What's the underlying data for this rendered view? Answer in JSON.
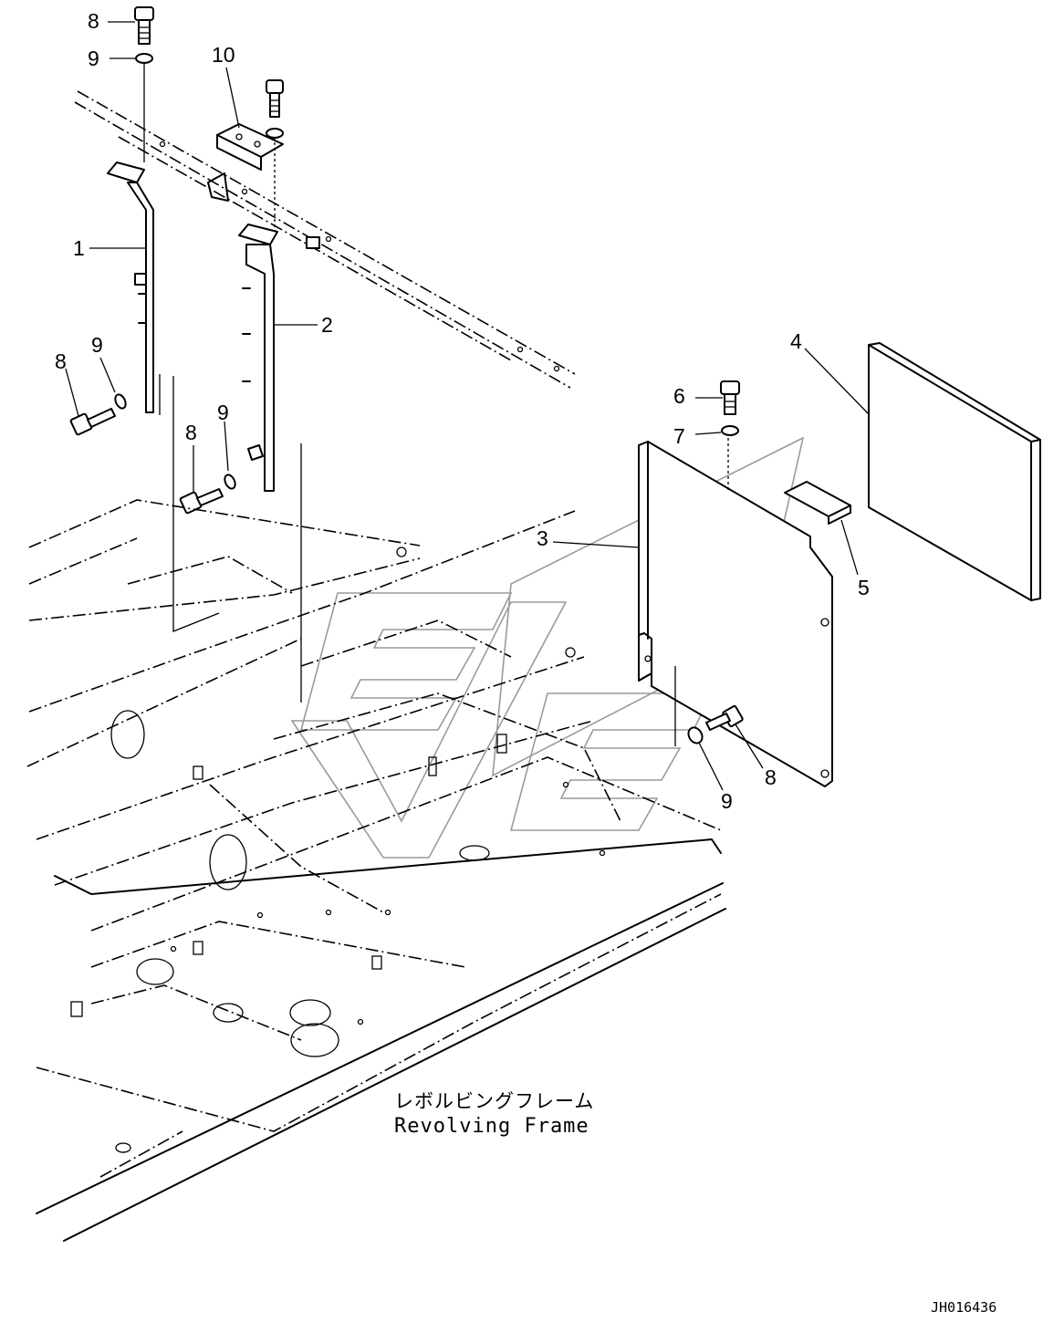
{
  "drawing": {
    "callouts": [
      {
        "id": "c-8a",
        "label": "8"
      },
      {
        "id": "c-9a",
        "label": "9"
      },
      {
        "id": "c-10",
        "label": "10"
      },
      {
        "id": "c-1",
        "label": "1"
      },
      {
        "id": "c-2",
        "label": "2"
      },
      {
        "id": "c-9b",
        "label": "9"
      },
      {
        "id": "c-8b",
        "label": "8"
      },
      {
        "id": "c-8c",
        "label": "8"
      },
      {
        "id": "c-9c",
        "label": "9"
      },
      {
        "id": "c-4",
        "label": "4"
      },
      {
        "id": "c-6",
        "label": "6"
      },
      {
        "id": "c-7",
        "label": "7"
      },
      {
        "id": "c-3",
        "label": "3"
      },
      {
        "id": "c-5",
        "label": "5"
      },
      {
        "id": "c-8d",
        "label": "8"
      },
      {
        "id": "c-9d",
        "label": "9"
      }
    ],
    "caption_jp": "レボルビングフレーム",
    "caption_en": "Revolving Frame",
    "drawing_id": "JH016436"
  }
}
